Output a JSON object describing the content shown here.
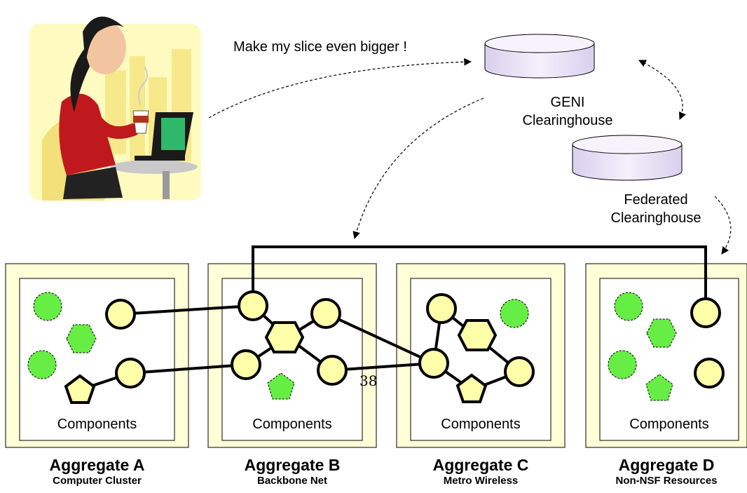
{
  "caption": "Make my slice even bigger !",
  "clearinghouses": [
    {
      "line1": "GENI",
      "line2": "Clearinghouse"
    },
    {
      "line1": "Federated",
      "line2": "Clearinghouse"
    }
  ],
  "aggregates": [
    {
      "title": "Aggregate A",
      "subtitle": "Computer Cluster",
      "components_label": "Components"
    },
    {
      "title": "Aggregate B",
      "subtitle": "Backbone Net",
      "components_label": "Components"
    },
    {
      "title": "Aggregate C",
      "subtitle": "Metro Wireless",
      "components_label": "Components"
    },
    {
      "title": "Aggregate D",
      "subtitle": "Non-NSF Resources",
      "components_label": "Components"
    }
  ],
  "page_number": "38",
  "colors": {
    "aggregate_fill": "#ffffd8",
    "slice_node_fill": "#ffffaa",
    "free_node_fill": "#66ee44",
    "database_fill": "#ece6f8"
  }
}
